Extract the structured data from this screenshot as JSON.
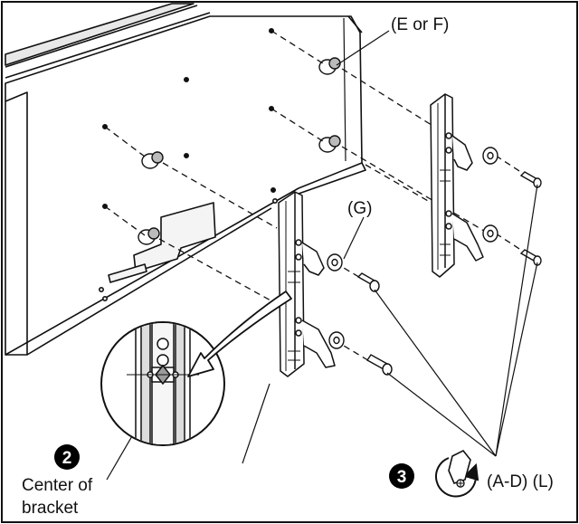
{
  "labels": {
    "spacer": "(E or F)",
    "washer": "(G)",
    "screws": "(A-D) (L)",
    "center_line1": "Center of",
    "center_line2": "bracket"
  },
  "steps": {
    "step2": "2",
    "step3": "3"
  },
  "colors": {
    "line": "#111111",
    "fill": "#ffffff",
    "badge": "#000000",
    "shade": "#9a9a9a"
  }
}
